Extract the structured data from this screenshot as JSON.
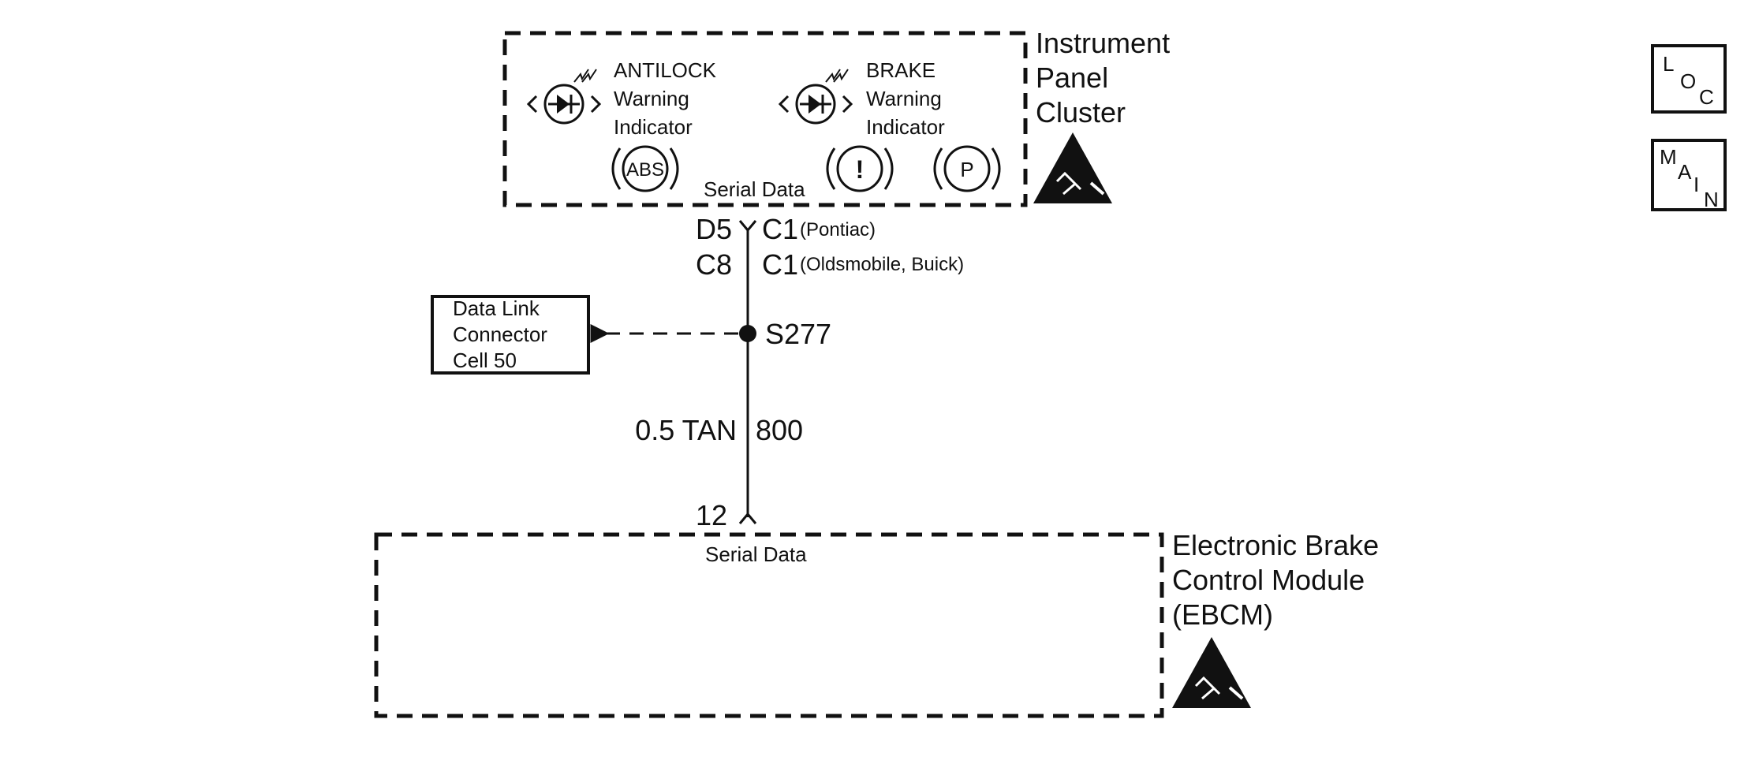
{
  "instrument_panel_cluster": {
    "title_lines": [
      "Instrument",
      "Panel",
      "Cluster"
    ],
    "antilock_indicator": {
      "label_lines": [
        "ANTILOCK",
        "Warning",
        "Indicator"
      ],
      "symbol_text": "ABS"
    },
    "brake_indicator": {
      "label_lines": [
        "BRAKE",
        "Warning",
        "Indicator"
      ],
      "symbol_exclaim": "!",
      "symbol_park": "P"
    },
    "serial_data_label": "Serial Data"
  },
  "connector_top": {
    "pin_pontiac": "D5",
    "conn_pontiac": "C1",
    "note_pontiac": "(Pontiac)",
    "pin_olds_buick": "C8",
    "conn_olds_buick": "C1",
    "note_olds_buick": "(Oldsmobile, Buick)"
  },
  "splice": {
    "label": "S277"
  },
  "data_link_connector": {
    "lines": [
      "Data Link",
      "Connector",
      "Cell 50"
    ]
  },
  "wire": {
    "gauge_color": "0.5 TAN",
    "circuit": "800"
  },
  "ebcm": {
    "pin": "12",
    "serial_data_label": "Serial Data",
    "title_lines": [
      "Electronic Brake",
      "Control Module",
      "(EBCM)"
    ]
  },
  "nav_buttons": {
    "loc": {
      "l": "L",
      "o": "O",
      "c": "C"
    },
    "main": {
      "m": "M",
      "a": "A",
      "i": "I",
      "n": "N"
    }
  }
}
